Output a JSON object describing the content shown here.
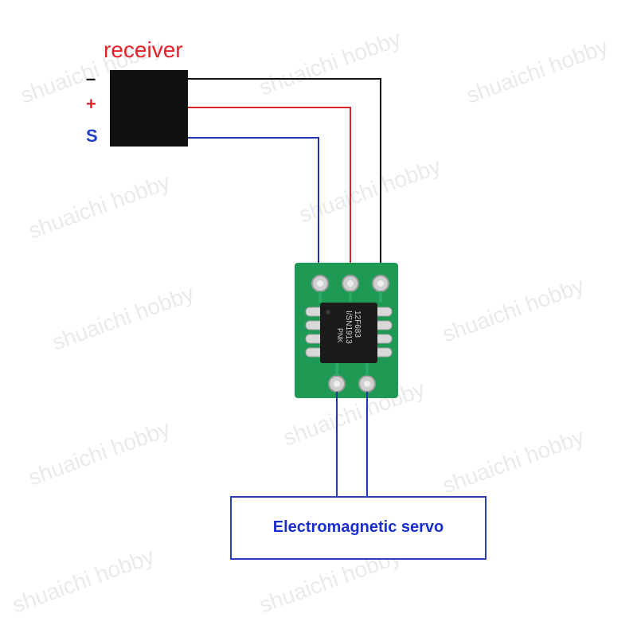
{
  "receiver": {
    "title": "receiver",
    "pin_minus": "–",
    "pin_plus": "+",
    "pin_signal": "S"
  },
  "chip": {
    "line1": "12F683",
    "line2": "I/SN1913",
    "line3": "PNK"
  },
  "servo": {
    "label": "Electromagnetic servo"
  },
  "watermark": "shuaichi hobby",
  "colors": {
    "title_red": "#e8202a",
    "plus_red": "#e8202a",
    "signal_blue": "#1f3fc7",
    "wire_black": "#111111",
    "wire_red": "#d9262e",
    "wire_blue": "#2434b0",
    "pcb_green": "#1f9a55",
    "chip_black": "#1b1b1b",
    "servo_border": "#2a3fc0",
    "servo_text": "#1a2fd0"
  }
}
